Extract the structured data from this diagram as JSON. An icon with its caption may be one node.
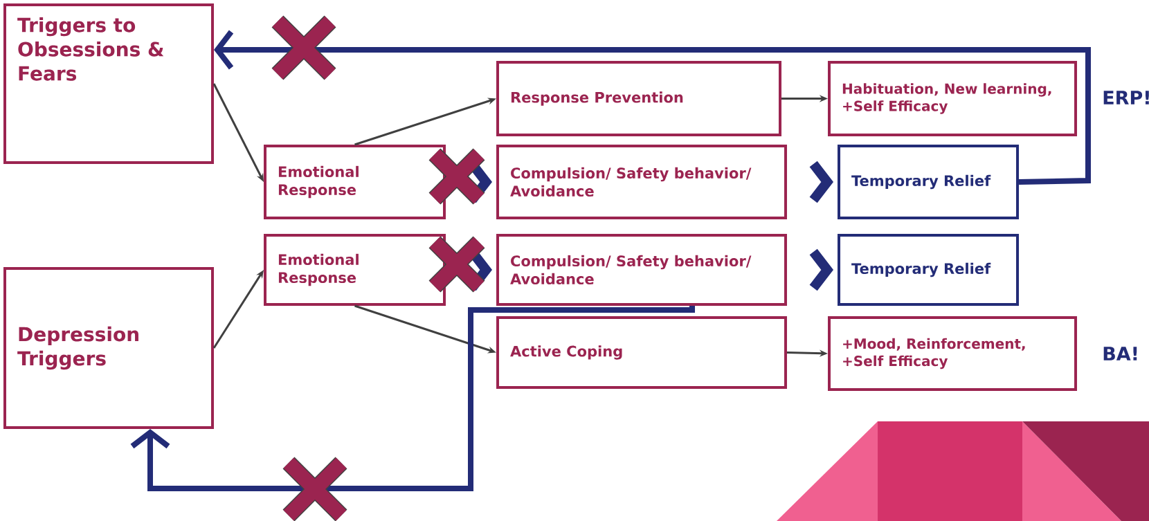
{
  "diagram": {
    "nodes": [
      {
        "text": [
          "Triggers to Obsessions & Fears"
        ]
      },
      {
        "text": [
          "Response Prevention"
        ]
      },
      {
        "text": [
          "Habituation, New learning, +Self Efficacy"
        ]
      },
      {
        "text": [
          "Emotional Response"
        ]
      },
      {
        "text": [
          "Compulsion/ Safety behavior/ Avoidance"
        ]
      },
      {
        "text": [
          "Temporary Relief"
        ]
      },
      {
        "text": [
          "Depression Triggers"
        ]
      },
      {
        "text": [
          "Emotional Response"
        ]
      },
      {
        "text": [
          "Compulsion/ Safety behavior/ Avoidance"
        ]
      },
      {
        "text": [
          "Temporary Relief"
        ]
      },
      {
        "text": [
          "Active Coping"
        ]
      },
      {
        "text": [
          "+Mood, Reinforcement, +Self Efficacy"
        ]
      }
    ],
    "edges": [
      {
        "from": 0,
        "to": 3,
        "arrow": "to"
      },
      {
        "from": 3,
        "to": 1,
        "arrow": "to"
      },
      {
        "from": 1,
        "to": 2,
        "arrow": "to"
      },
      {
        "from": 3,
        "to": 4,
        "arrow": "to",
        "style": "thick",
        "color": "#232c77"
      },
      {
        "from": 4,
        "to": 5,
        "arrow": "to",
        "style": "thick",
        "color": "#232c77"
      },
      {
        "from": 5,
        "to": 0,
        "arrow": "to",
        "style": "thick",
        "color": "#232c77"
      },
      {
        "from": 6,
        "to": 7,
        "arrow": "to"
      },
      {
        "from": 7,
        "to": 10,
        "arrow": "to"
      },
      {
        "from": 7,
        "to": 8,
        "arrow": "to",
        "style": "thick",
        "color": "#232c77"
      },
      {
        "from": 8,
        "to": 9,
        "arrow": "to",
        "style": "thick",
        "color": "#232c77"
      },
      {
        "from": 10,
        "to": 11,
        "arrow": "to"
      },
      {
        "from": 8,
        "to": 6,
        "arrow": "to",
        "style": "thick",
        "color": "#232c77"
      }
    ],
    "labels": [
      "ERP!",
      "BA!"
    ]
  }
}
